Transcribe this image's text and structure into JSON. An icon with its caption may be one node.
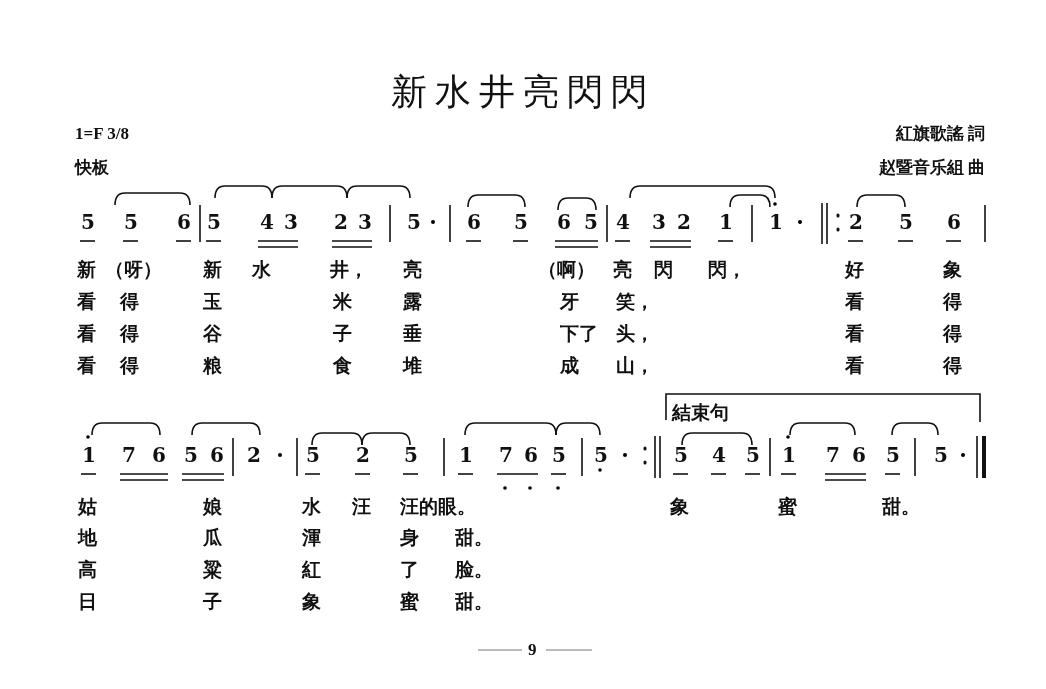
{
  "diagram": {
    "title": "新水井亮閃閃",
    "labels": [
      "1=F 3/8",
      "紅旗歌謠 詞",
      "快板",
      "赵暨音乐組 曲",
      "5",
      "5",
      "6",
      "5",
      "4",
      "3",
      "2",
      "3",
      "5",
      "6",
      "5",
      "6",
      "5",
      "4",
      "3",
      "2",
      "1",
      "1",
      "2",
      "5",
      "6",
      "新",
      "（呀）",
      "新",
      "水",
      "井，",
      "亮",
      "（啊）",
      "亮",
      "閃",
      "閃，",
      "好",
      "象",
      "看",
      "得",
      "玉",
      "米",
      "露",
      "牙",
      "笑，",
      "看",
      "得",
      "看",
      "得",
      "谷",
      "子",
      "垂",
      "下了",
      "头，",
      "看",
      "得",
      "看",
      "得",
      "粮",
      "食",
      "堆",
      "成",
      "山，",
      "看",
      "得",
      "結束句",
      "1",
      "7",
      "6",
      "5",
      "6",
      "2",
      "5",
      "2",
      "5",
      "1",
      "7",
      "6",
      "5",
      "5",
      "5",
      "4",
      "5",
      "1",
      "7",
      "6",
      "5",
      "5",
      "姑",
      "娘",
      "水",
      "汪",
      "汪的眼。",
      "象",
      "蜜",
      "甜。",
      "地",
      "瓜",
      "渾",
      "身",
      "甜。",
      "高",
      "粱",
      "紅",
      "了",
      "脸。",
      "日",
      "子",
      "象",
      "蜜",
      "甜。",
      "9"
    ]
  }
}
